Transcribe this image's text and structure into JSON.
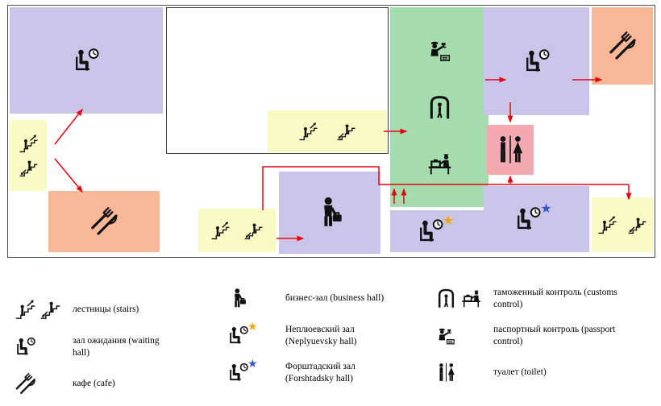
{
  "map": {
    "arrow_color": "#e30613",
    "star_colors": {
      "orange": "#f2a60d",
      "blue": "#3a57c9"
    },
    "zones": [
      {
        "id": "waiting-hall-upper-left",
        "color": "#cbc4e9",
        "icons": [
          "waiting"
        ]
      },
      {
        "id": "stairs-upper-left",
        "color": "#fafac5",
        "icons": [
          "escalator-up",
          "escalator-down"
        ]
      },
      {
        "id": "cafe-lower-left",
        "color": "#f8b797",
        "icons": [
          "cafe"
        ]
      },
      {
        "id": "stairs-center",
        "color": "#fafac5",
        "icons": [
          "escalator-up",
          "escalator-down"
        ]
      },
      {
        "id": "customs-control-zone",
        "color": "#a5dcae",
        "icons": [
          "passport-officer",
          "metal-detector",
          "customs-luggage"
        ]
      },
      {
        "id": "waiting-hall-upper-right",
        "color": "#cbc4e9",
        "icons": [
          "waiting"
        ]
      },
      {
        "id": "cafe-upper-right",
        "color": "#f8b797",
        "icons": [
          "cafe"
        ]
      },
      {
        "id": "toilet",
        "color": "#f3a9b2",
        "icons": [
          "toilet"
        ]
      },
      {
        "id": "business-hall",
        "color": "#cbc4e9",
        "icons": [
          "business"
        ]
      },
      {
        "id": "stairs-lower-center",
        "color": "#fafac5",
        "icons": [
          "escalator-up",
          "escalator-down"
        ]
      },
      {
        "id": "neplyuevsky-hall",
        "color": "#cbc4e9",
        "icons": [
          "waiting",
          "star-orange"
        ]
      },
      {
        "id": "forshtadsky-hall",
        "color": "#cbc4e9",
        "icons": [
          "waiting",
          "star-blue"
        ]
      },
      {
        "id": "stairs-lower-right",
        "color": "#fafac5",
        "icons": [
          "escalator-up",
          "escalator-down"
        ]
      }
    ]
  },
  "legend": {
    "items": [
      {
        "icons": [
          "escalator-up",
          "escalator-down"
        ],
        "label": "лестницы (stairs)"
      },
      {
        "icons": [
          "waiting"
        ],
        "label": "зал ожидания (waiting hall)"
      },
      {
        "icons": [
          "cafe"
        ],
        "label": "кафе (cafe)"
      },
      {
        "icons": [
          "business"
        ],
        "label": "бизнес-зал (business hall)"
      },
      {
        "icons": [
          "waiting",
          "star-orange"
        ],
        "label": "Неплюевский зал (Neplyuevsky hall)"
      },
      {
        "icons": [
          "waiting",
          "star-blue"
        ],
        "label": "Форштадский зал (Forshtadsky hall)"
      },
      {
        "icons": [
          "metal-detector",
          "customs-luggage"
        ],
        "label": "таможенный контроль (customs control)"
      },
      {
        "icons": [
          "passport-officer"
        ],
        "label": "паспортный контроль (passport control)"
      },
      {
        "icons": [
          "toilet"
        ],
        "label": "туалет (toilet)"
      }
    ]
  }
}
